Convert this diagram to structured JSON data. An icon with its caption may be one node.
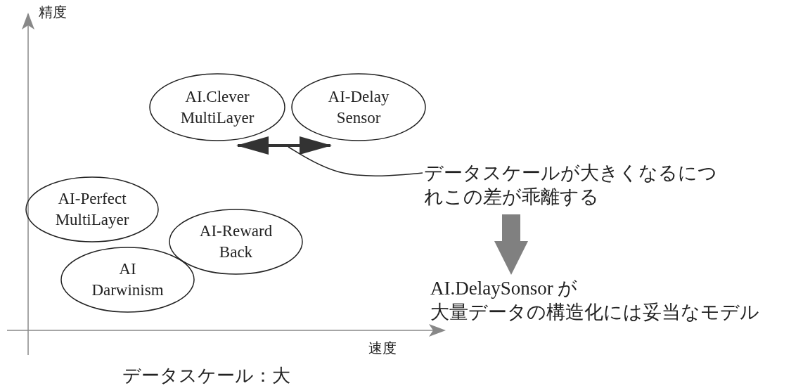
{
  "diagram": {
    "nodes": [
      {
        "text": [
          "AI.Clever MultiLayer"
        ]
      },
      {
        "text": [
          "AI-Delay Sensor"
        ]
      },
      {
        "text": [
          "データスケールが大きくなるにつれこの差が乖離する"
        ]
      },
      {
        "text": [
          "AI-Perfect MultiLayer"
        ]
      },
      {
        "text": [
          "AI-Reward Back"
        ]
      },
      {
        "text": [
          "AI Darwinism"
        ]
      },
      {
        "text": [
          "AI.DelaySonsor が",
          "大量データの構造化には妥当なモデル"
        ]
      }
    ],
    "edges": [
      {
        "from": 0,
        "to": 1,
        "arrow": "both"
      },
      {
        "from": 2,
        "to": null,
        "arrow": "none"
      },
      {
        "from": 2,
        "to": 6,
        "arrow": "to",
        "style": "thick",
        "color": "#808080"
      }
    ],
    "labels": [
      "精度",
      "速度",
      "データスケール：大"
    ]
  }
}
